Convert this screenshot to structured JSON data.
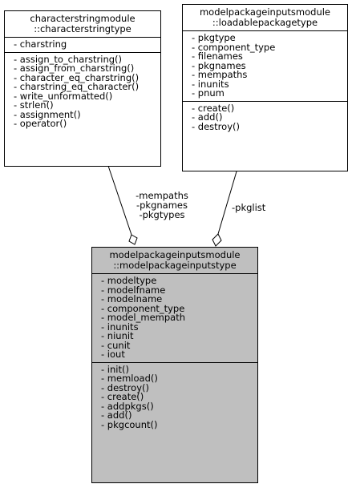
{
  "classes": {
    "characterstring": {
      "title_line1": "characterstringmodule",
      "title_line2": "::characterstringtype",
      "attributes": [
        "- charstring"
      ],
      "methods": [
        "- assign_to_charstring()",
        "- assign_from_charstring()",
        "- character_eq_charstring()",
        "- charstring_eq_character()",
        "- write_unformatted()",
        "- strlen()",
        "- assignment()",
        "- operator()"
      ]
    },
    "loadablepackage": {
      "title_line1": "modelpackageinputsmodule",
      "title_line2": "::loadablepackagetype",
      "attributes": [
        "- pkgtype",
        "- component_type",
        "- filenames",
        "- pkgnames",
        "- mempaths",
        "- inunits",
        "- pnum"
      ],
      "methods": [
        "- create()",
        "- add()",
        "- destroy()"
      ]
    },
    "modelpackageinputs": {
      "title_line1": "modelpackageinputsmodule",
      "title_line2": "::modelpackageinputstype",
      "attributes": [
        "- modeltype",
        "- modelfname",
        "- modelname",
        "- component_type",
        "- model_mempath",
        "- inunits",
        "- niunit",
        "- cunit",
        "- iout"
      ],
      "methods": [
        "- init()",
        "- memload()",
        "- destroy()",
        "- create()",
        "- addpkgs()",
        "- add()",
        "- pkgcount()"
      ]
    }
  },
  "edges": {
    "left_labels": [
      "-mempaths",
      "-pkgnames",
      "-pkgtypes"
    ],
    "right_label": "-pkglist"
  }
}
